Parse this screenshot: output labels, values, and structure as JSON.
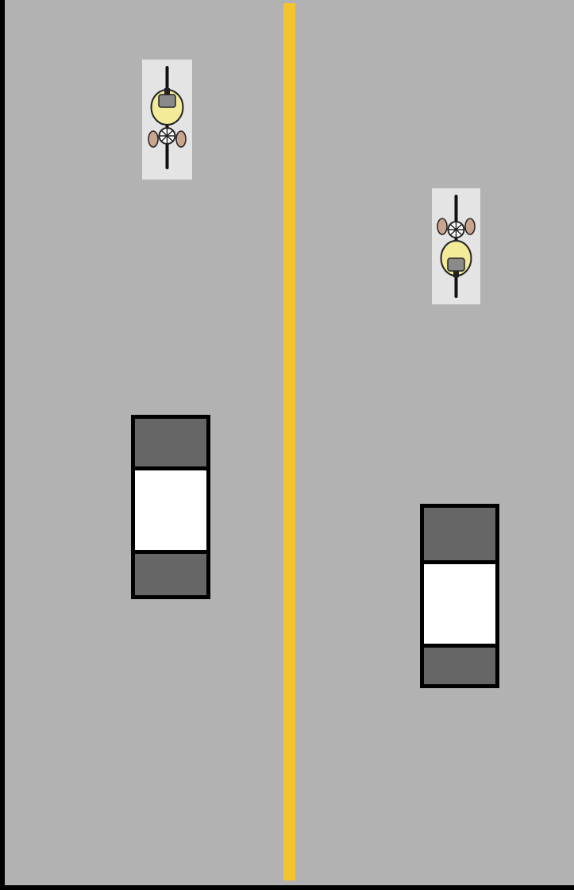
{
  "scene": {
    "road_color": "#b2b2b2",
    "center_line_color": "#f4c430",
    "car_body_color": "#666666",
    "car_window_color": "#ffffff",
    "cyclist_shirt_color": "#f3ea9a"
  },
  "lanes": [
    {
      "id": "left",
      "vehicles": [
        {
          "kind": "bicycle",
          "icon": "cyclist-icon"
        },
        {
          "kind": "car",
          "icon": "car-icon"
        }
      ]
    },
    {
      "id": "right",
      "vehicles": [
        {
          "kind": "bicycle",
          "icon": "cyclist-icon"
        },
        {
          "kind": "car",
          "icon": "car-icon"
        }
      ]
    }
  ]
}
